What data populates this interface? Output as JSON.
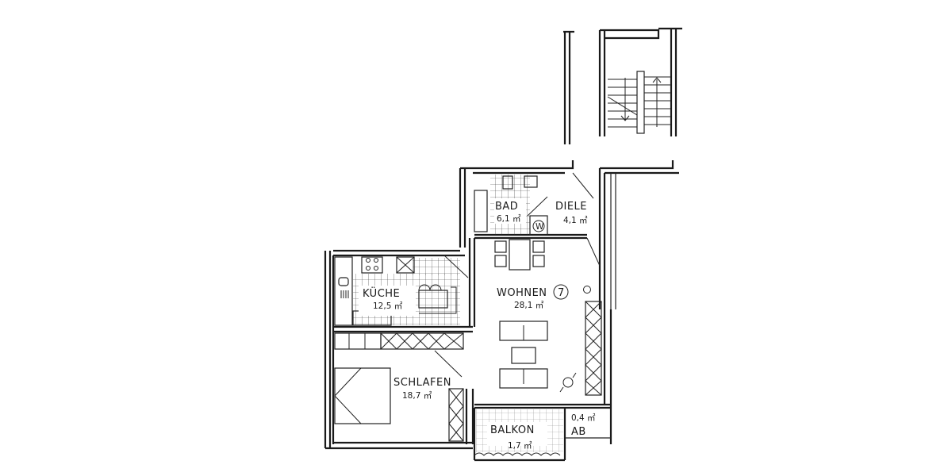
{
  "plan": {
    "unit_number": "7",
    "rooms": [
      {
        "id": "bad",
        "name": "BAD",
        "area": "6,1 ㎡"
      },
      {
        "id": "diele",
        "name": "DIELE",
        "area": "4,1 ㎡"
      },
      {
        "id": "kueche",
        "name": "KÜCHE",
        "area": "12,5 ㎡"
      },
      {
        "id": "wohnen",
        "name": "WOHNEN",
        "area": "28,1 ㎡"
      },
      {
        "id": "schlafen",
        "name": "SCHLAFEN",
        "area": "18,7 ㎡"
      },
      {
        "id": "balkon",
        "name": "BALKON",
        "area": "1,7 ㎡"
      },
      {
        "id": "ab",
        "name": "AB",
        "area": "0,4 ㎡"
      }
    ],
    "symbols": {
      "washer": "W"
    },
    "colors": {
      "line": "#1a1a1a",
      "background": "#ffffff"
    }
  }
}
